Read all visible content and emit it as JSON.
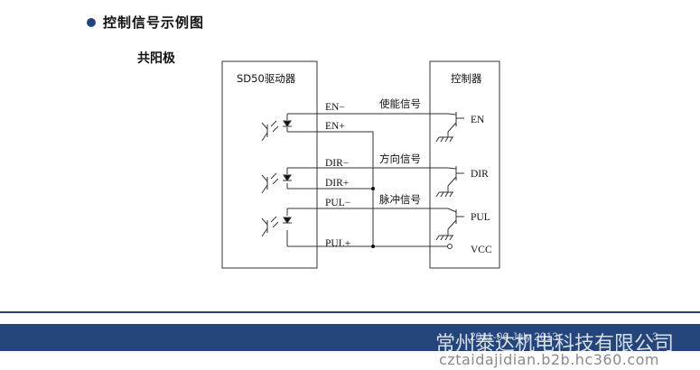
{
  "header": {
    "title": "控制信号示例图",
    "subtitle": "共阳极"
  },
  "diagram": {
    "driver_label": "SD50驱动器",
    "controller_label": "控制器",
    "driver_pins": [
      "EN−",
      "EN+",
      "DIR−",
      "DIR+",
      "PUL−",
      "PUL+"
    ],
    "signal_labels": [
      "使能信号",
      "方向信号",
      "脉冲信号"
    ],
    "controller_pins": [
      "EN",
      "DIR",
      "PUL",
      "VCC"
    ]
  },
  "footer": {
    "info": "2011-06      July 2013",
    "page": "3"
  },
  "watermark": {
    "company": "常州泰达机电科技有限公司",
    "url": "cztaidajidian.b2b.hc360.com"
  },
  "colors": {
    "accent": "#24457a"
  }
}
